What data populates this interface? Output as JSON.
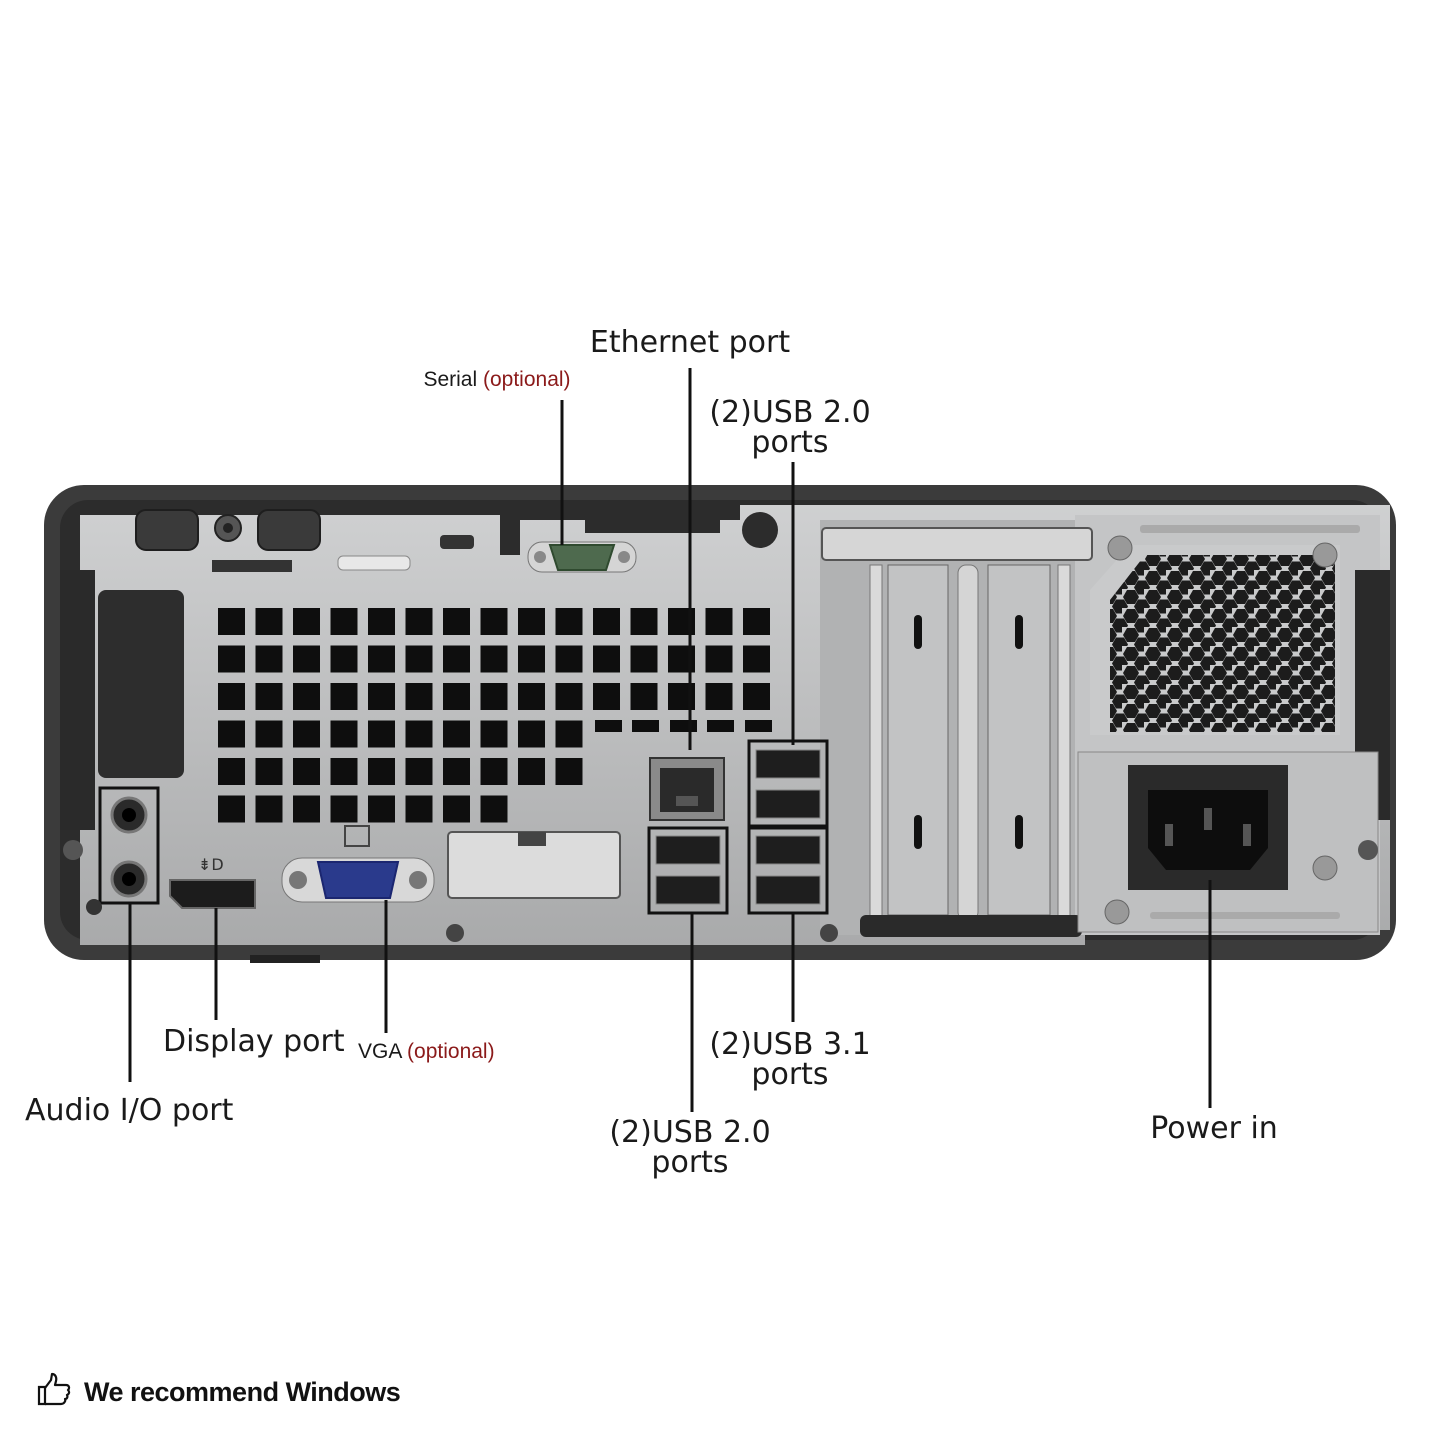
{
  "callouts": {
    "ethernet": "Ethernet port",
    "serial": "Serial",
    "serial_opt": "(optional)",
    "usb20_top_l1": "(2)USB 2.0",
    "usb20_top_l2": "ports",
    "display": "Display port",
    "vga": "VGA",
    "vga_opt": "(optional)",
    "audio": "Audio I/O port",
    "usb31_l1": "(2)USB 3.1",
    "usb31_l2": "ports",
    "usb20_bot_l1": "(2)USB 2.0",
    "usb20_bot_l2": "ports",
    "power": "Power in"
  },
  "footer": {
    "icon": "thumbs-up-icon",
    "text": "We recommend Windows"
  },
  "colors": {
    "chassis": "#3a3a3a",
    "panel": "#b9babb",
    "vga_blue": "#2a3a8c",
    "serial_green": "#4e6a4e",
    "optional_red": "#8b1a1a"
  }
}
